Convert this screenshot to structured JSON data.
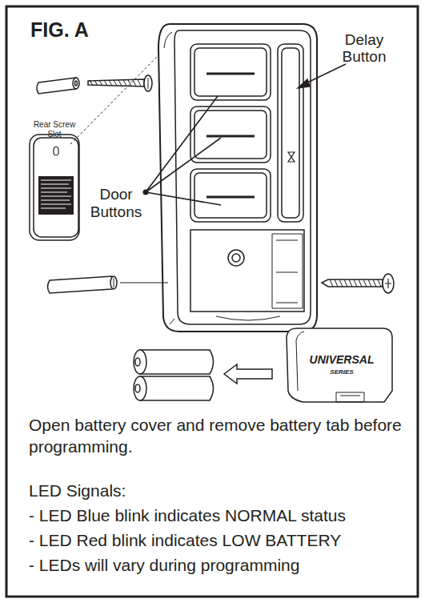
{
  "diagram": {
    "title": "FIG. A",
    "labels": [
      "Delay Button",
      "Rear Screw Slot",
      "Door Buttons",
      "UNIVERSAL",
      "SERIES",
      "Open battery cover and remove battery tab before programming.",
      "LED Signals:",
      "- LED Blue blink indicates NORMAL status",
      "- LED Red blink indicates LOW BATTERY",
      "- LEDs will vary during programming"
    ]
  }
}
